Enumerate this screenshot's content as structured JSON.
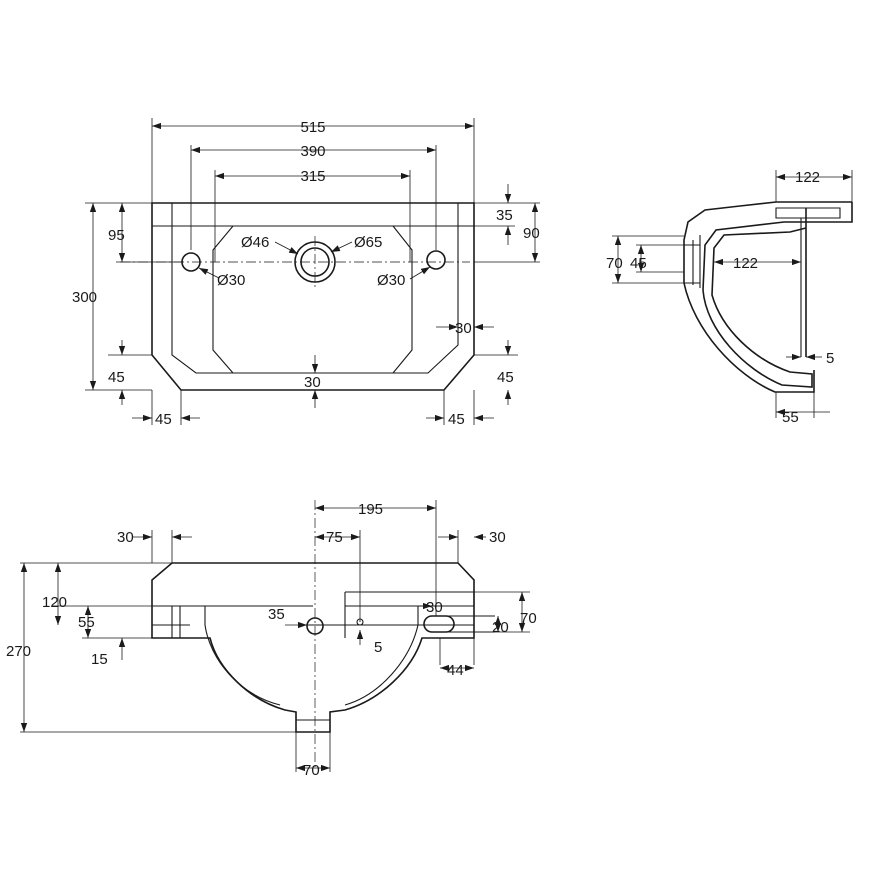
{
  "colors": {
    "line": "#1a1a1a",
    "background": "#ffffff"
  },
  "plan": {
    "overall_width": "515",
    "tap_centres_outer": "390",
    "tap_centres_inner": "315",
    "rim_front": "35",
    "rim_depth_right": "90",
    "tap_hole_offset": "95",
    "overall_depth": "300",
    "waste_hole_inner": "Ø46",
    "waste_hole_outer": "Ø65",
    "tap_hole_left": "Ø30",
    "tap_hole_right": "Ø30",
    "side_wall": "30",
    "front_wall": "30",
    "corner_height_left": "45",
    "corner_height_right": "45",
    "corner_width_left": "45",
    "corner_width_right": "45"
  },
  "side": {
    "top_depth": "122",
    "bracket_depth": "122",
    "height_outer": "70",
    "height_inner": "45",
    "wall_gap": "5",
    "foot_depth": "55"
  },
  "front": {
    "corner_left": "30",
    "corner_right": "30",
    "waste_to_tap": "195",
    "waste_offset": "75",
    "height_120": "120",
    "height_55": "55",
    "height_15": "15",
    "overall_height": "270",
    "hole_35": "35",
    "hole_30": "30",
    "depth_5": "5",
    "height_70": "70",
    "height_20": "20",
    "width_44": "44",
    "waste_width": "70"
  }
}
